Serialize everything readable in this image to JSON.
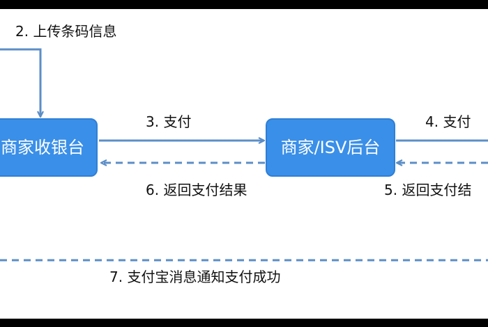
{
  "colors": {
    "node_fill": "#3a8fe8",
    "arrow_blue": "#5b8ec7",
    "frame": "#000000",
    "background": "#ffffff"
  },
  "nodes": {
    "pos_cashier": "商家收银台",
    "merchant_backend": "商家/ISV后台"
  },
  "steps": {
    "step2": "2. 上传条码信息",
    "step3": "3. 支付",
    "step4": "4. 支付",
    "step5": "5. 返回支付结",
    "step6": "6. 返回支付结果",
    "step7": "7. 支付宝消息通知支付成功"
  }
}
